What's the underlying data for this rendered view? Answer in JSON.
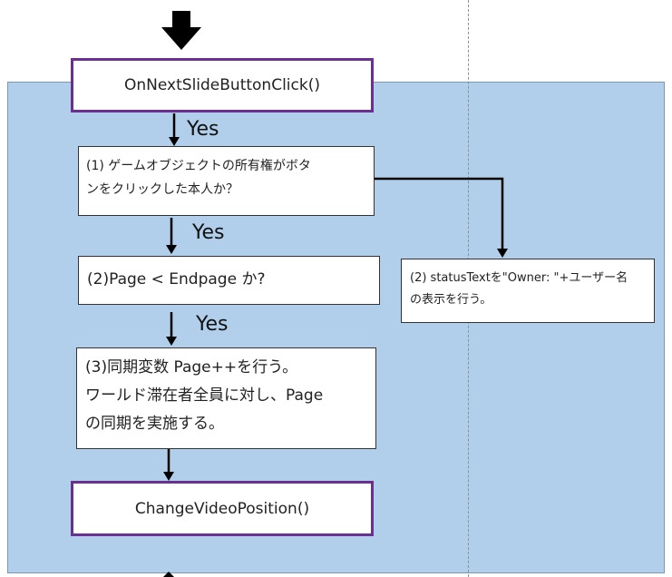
{
  "functions": {
    "start": "OnNextSlideButtonClick()",
    "end": "ChangeVideoPosition()"
  },
  "steps": {
    "step1_line1": "(1) ゲームオブジェクトの所有権がボタ",
    "step1_line2": "ンをクリックした本人か？",
    "step2": "(2)Page < Endpage か?",
    "step3_line1": "(3)同期変数 Page++を行う。",
    "step3_line2": "ワールド滞在者全員に対し、Page",
    "step3_line3": "の同期を実施する。",
    "side_line1": "(2) statusTextを\"Owner: \"+ユーザー名",
    "side_line2": "の表示を行う。"
  },
  "labels": {
    "yes1": "Yes",
    "yes2": "Yes",
    "yes3": "Yes"
  },
  "colors": {
    "panel": "#b1cfea",
    "function_border": "#6b2e91",
    "arrow": "#000000"
  }
}
